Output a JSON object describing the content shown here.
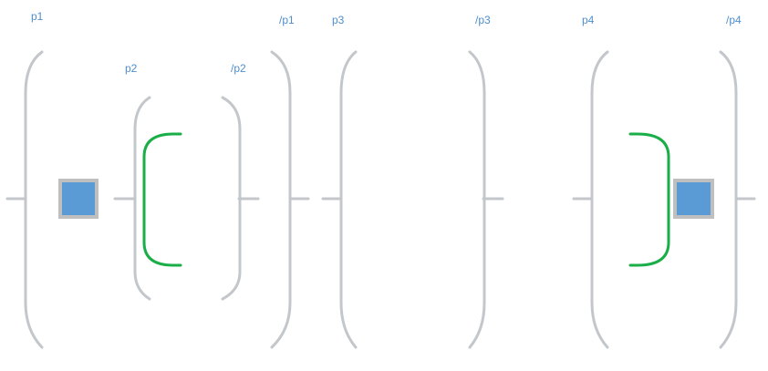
{
  "colors": {
    "bracket_gray": "#c3c7cb",
    "label_blue": "#4e8fcf",
    "square_fill": "#5b9bd5",
    "square_border": "#bfbfbf",
    "green_bracket": "#1aae48",
    "background": "#ffffff"
  },
  "labels": {
    "p1_open": "p1",
    "p1_close": "/p1",
    "p2_open": "p2",
    "p2_close": "/p2",
    "p3_open": "p3",
    "p3_close": "/p3",
    "p4_open": "p4",
    "p4_close": "/p4"
  },
  "icons": {
    "square_left": "blue-square-icon",
    "square_right": "blue-square-icon"
  }
}
